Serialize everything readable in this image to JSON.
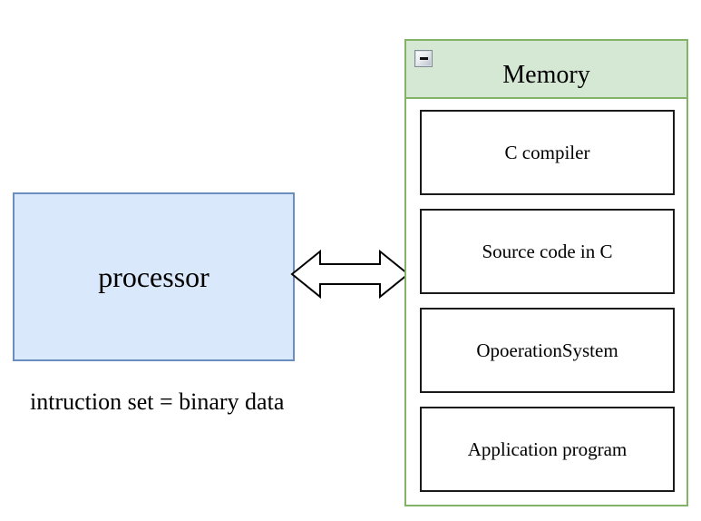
{
  "processor": {
    "label": "processor"
  },
  "caption": {
    "text": "intruction set = binary data"
  },
  "memory": {
    "title": "Memory",
    "collapse_icon": "minus-icon",
    "blocks": [
      {
        "label": "C compiler"
      },
      {
        "label": "Source code in C"
      },
      {
        "label": "OpoerationSystem"
      },
      {
        "label": "Application program"
      }
    ]
  },
  "arrow": {
    "type": "double-headed-horizontal",
    "fill": "#ffffff",
    "outline": "#000000"
  },
  "colors": {
    "processor_fill": "#dae8fc",
    "processor_border": "#6c8ebf",
    "memory_header_fill": "#d5e8d4",
    "memory_border": "#82b366",
    "block_border": "#1a1a1a",
    "background": "#ffffff",
    "text": "#000000"
  }
}
